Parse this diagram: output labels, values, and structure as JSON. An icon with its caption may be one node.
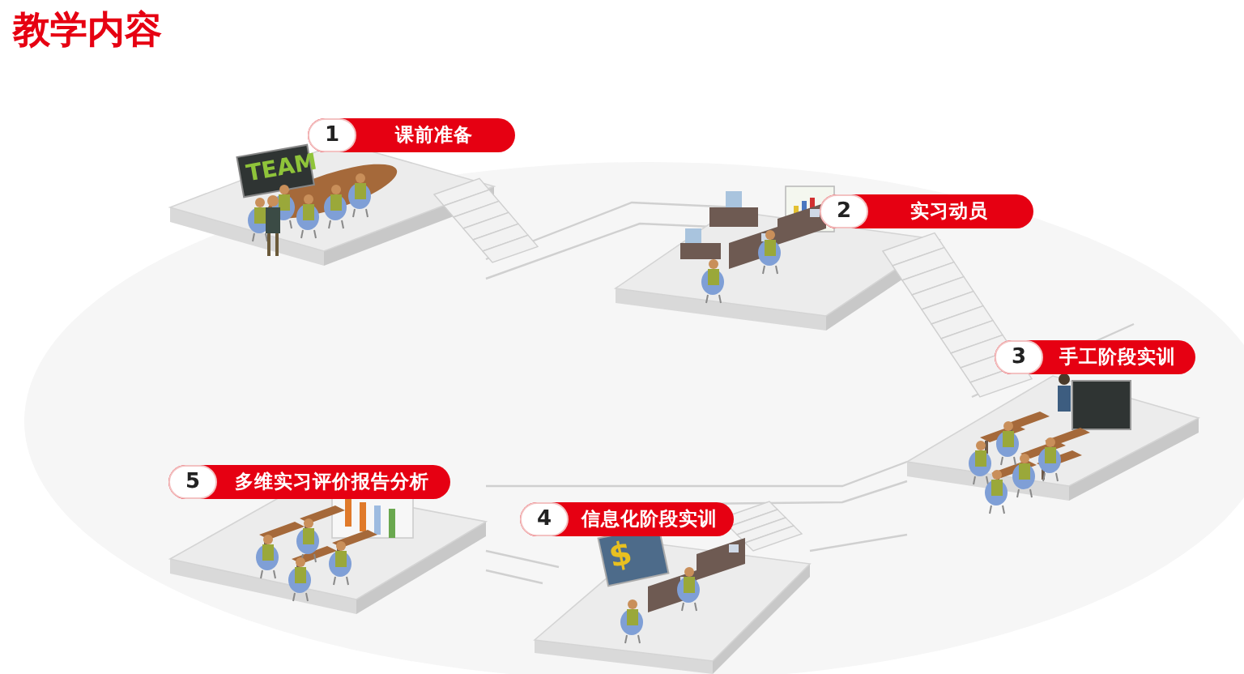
{
  "diagram": {
    "title": "教学内容",
    "nodes": [
      {
        "text": [
          "1",
          "课前准备"
        ]
      },
      {
        "text": [
          "2",
          "实习动员"
        ]
      },
      {
        "text": [
          "3",
          "手工阶段实训"
        ]
      },
      {
        "text": [
          "4",
          "信息化阶段实训"
        ]
      },
      {
        "text": [
          "5",
          "多维实习评价报告分析"
        ]
      }
    ],
    "labels": [
      "TEAM",
      "$"
    ]
  }
}
